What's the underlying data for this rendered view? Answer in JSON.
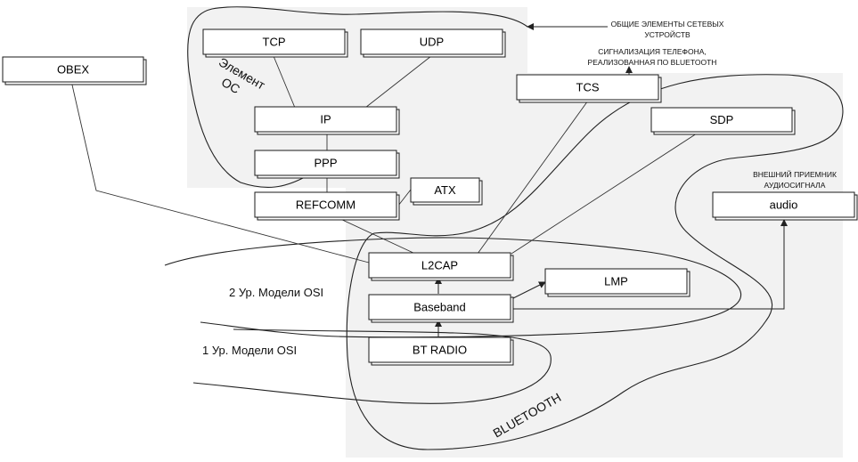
{
  "diagram": {
    "blocks": {
      "tcp": "TCP",
      "udp": "UDP",
      "ip": "IP",
      "ppp": "PPP",
      "refcomm": "REFCOMM",
      "atx": "ATX",
      "obex": "OBEX",
      "tcs": "TCS",
      "sdp": "SDP",
      "audio": "audio",
      "l2cap": "L2CAP",
      "lmp": "LMP",
      "baseband": "Baseband",
      "bt_radio": "BT RADIO"
    },
    "annotations": {
      "common_line1": "ОБЩИЕ ЭЛЕМЕНТЫ СЕТЕВЫХ",
      "common_line2": "УСТРОЙСТВ",
      "telephony_line1": "СИГНАЛИЗАЦИЯ ТЕЛЕФОНА,",
      "telephony_line2": "РЕАЛИЗОВАННАЯ ПО BLUETOOTH",
      "ext_audio_line1": "ВНЕШНИЙ ПРИЕМНИК",
      "ext_audio_line2": "АУДИОСИГНАЛА",
      "os_line1": "Элемент",
      "os_line2": "ОС",
      "osi_level2": "2 Ур. Модели OSI",
      "osi_level1": "1 Ур. Модели OSI",
      "bluetooth": "BLUETOOTH"
    }
  }
}
